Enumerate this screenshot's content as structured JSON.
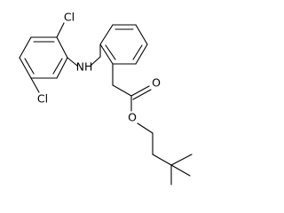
{
  "atoms": {
    "cl_top": "Cl",
    "cl_bottom": "Cl",
    "nh": "NH",
    "o_carbonyl": "O",
    "o_ester": "O"
  },
  "colors": {
    "bond": "#000000",
    "label": "#000000",
    "background": "#ffffff"
  }
}
